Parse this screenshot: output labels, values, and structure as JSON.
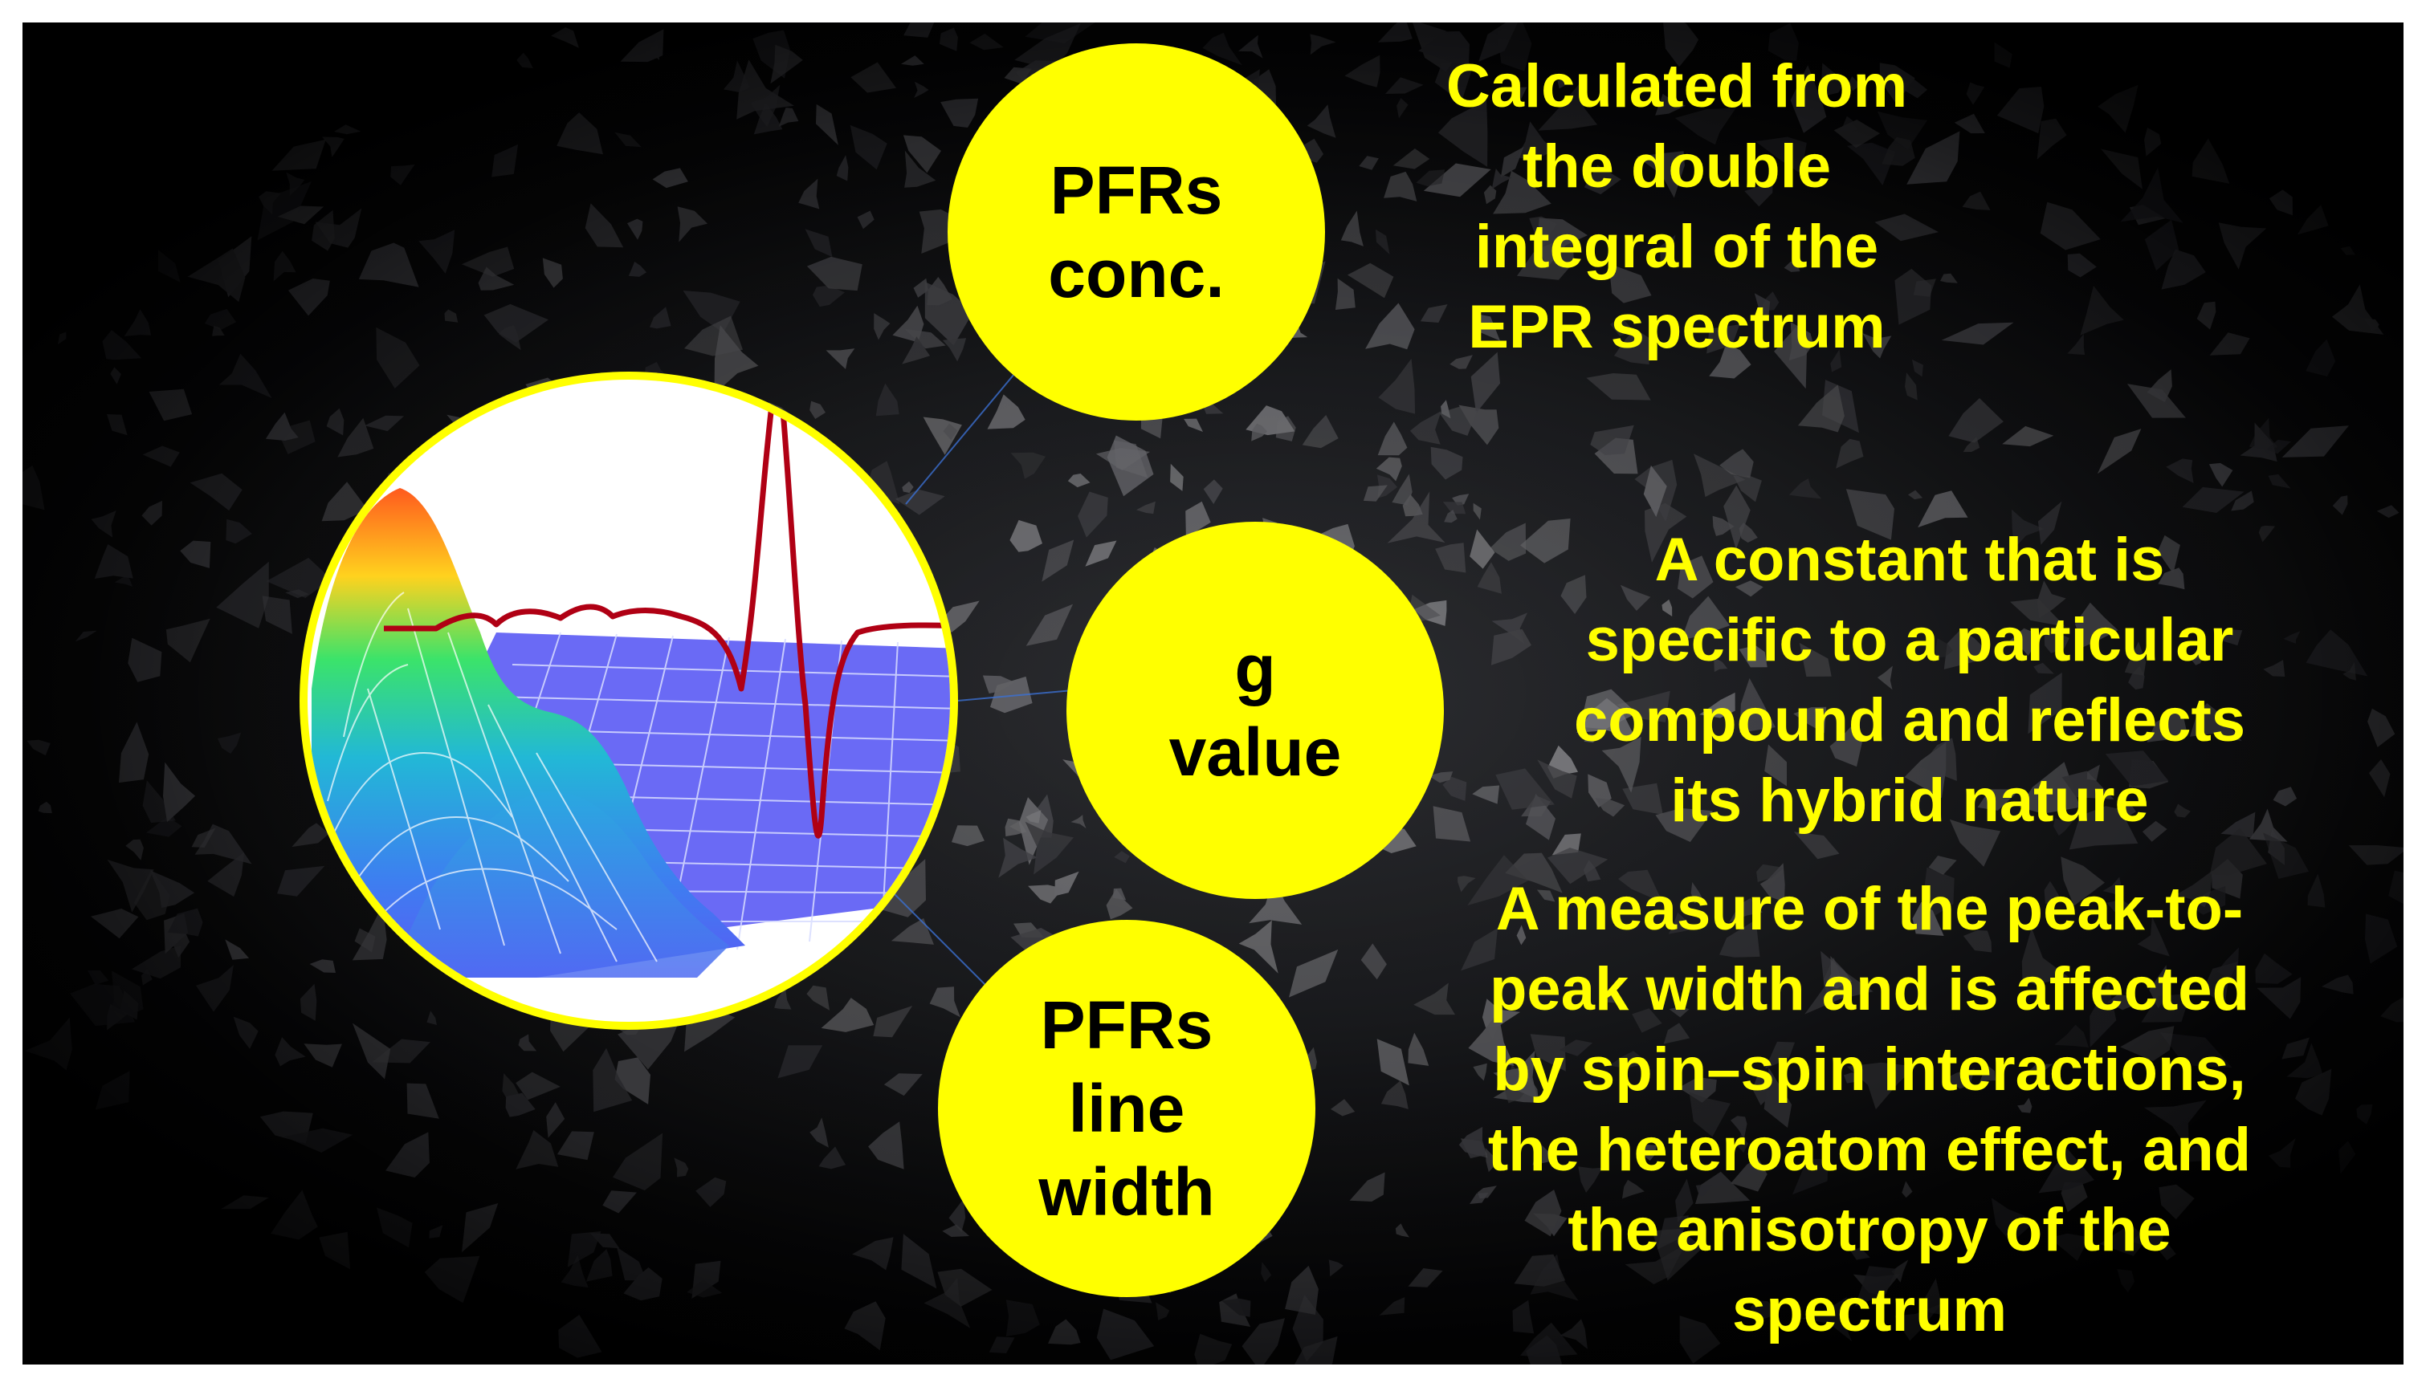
{
  "colors": {
    "highlight": "#ffff00",
    "spectrum_line": "#b00014",
    "grid_plane": "#6a6af5"
  },
  "parameters": [
    {
      "name": "PFRs\nconc.",
      "description": "Calculated from\nthe double\nintegral of the\nEPR spectrum"
    },
    {
      "name": "g\nvalue",
      "description": "A constant that is\nspecific to a particular\ncompound and reflects\nits hybrid nature"
    },
    {
      "name": "PFRs\nline\nwidth",
      "description": "A measure of the peak-to-\npeak width and is affected\nby spin–spin interactions,\nthe heteroatom effect, and\nthe anisotropy of the\nspectrum"
    }
  ],
  "inset_icon": "epr-spectrum-illustration"
}
